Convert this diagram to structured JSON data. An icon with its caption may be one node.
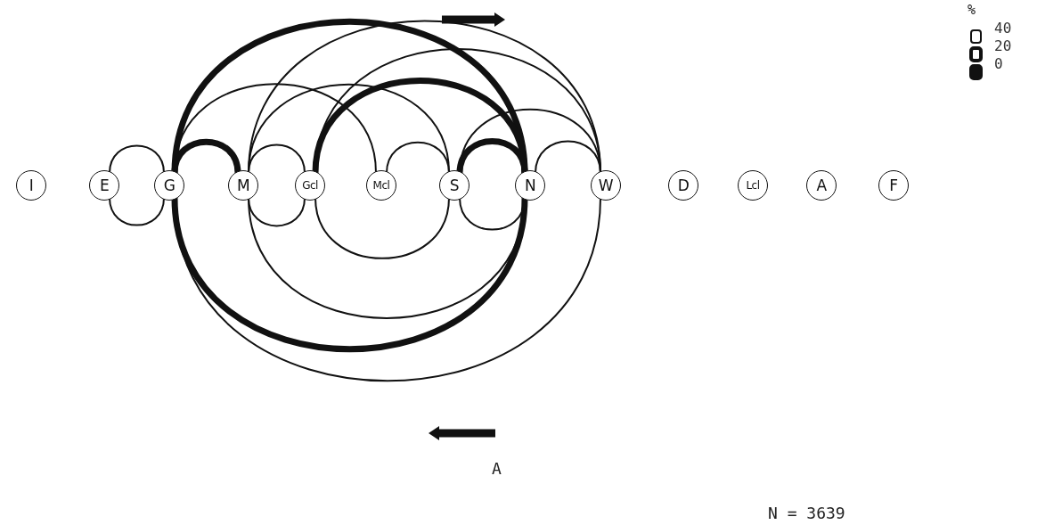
{
  "diagram": {
    "nodes": [
      {
        "text": [
          "I"
        ]
      },
      {
        "text": [
          "E"
        ]
      },
      {
        "text": [
          "G"
        ]
      },
      {
        "text": [
          "M"
        ]
      },
      {
        "text": [
          "Gcl"
        ]
      },
      {
        "text": [
          "Mcl"
        ]
      },
      {
        "text": [
          "S"
        ]
      },
      {
        "text": [
          "N"
        ]
      },
      {
        "text": [
          "W"
        ]
      },
      {
        "text": [
          "D"
        ]
      },
      {
        "text": [
          "Lcl"
        ]
      },
      {
        "text": [
          "A"
        ]
      },
      {
        "text": [
          "F"
        ]
      }
    ],
    "edges": [
      {
        "from": 1,
        "to": 2,
        "arrow": "none"
      },
      {
        "from": 2,
        "to": 3,
        "arrow": "none",
        "style": "thick"
      },
      {
        "from": 2,
        "to": 7,
        "arrow": "none",
        "style": "thick"
      },
      {
        "from": 2,
        "to": 5,
        "arrow": "none"
      },
      {
        "from": 3,
        "to": 4,
        "arrow": "none"
      },
      {
        "from": 3,
        "to": 6,
        "arrow": "none"
      },
      {
        "from": 3,
        "to": 8,
        "arrow": "none"
      },
      {
        "from": 4,
        "to": 7,
        "arrow": "none",
        "style": "thick"
      },
      {
        "from": 4,
        "to": 8,
        "arrow": "none"
      },
      {
        "from": 5,
        "to": 6,
        "arrow": "none"
      },
      {
        "from": 6,
        "to": 7,
        "arrow": "none",
        "style": "thick"
      },
      {
        "from": 6,
        "to": 8,
        "arrow": "none"
      },
      {
        "from": 7,
        "to": 8,
        "arrow": "none"
      },
      {
        "from": 2,
        "to": 1,
        "arrow": "none"
      },
      {
        "from": 4,
        "to": 3,
        "arrow": "none"
      },
      {
        "from": 7,
        "to": 2,
        "arrow": "none",
        "style": "thick"
      },
      {
        "from": 8,
        "to": 2,
        "arrow": "none"
      },
      {
        "from": 7,
        "to": 3,
        "arrow": "none"
      },
      {
        "from": 6,
        "to": 4,
        "arrow": "none"
      },
      {
        "from": 7,
        "to": 6,
        "arrow": "none"
      }
    ],
    "labels": [
      "A",
      "N = 3639",
      "%"
    ],
    "legend": [
      {
        "text": "40"
      },
      {
        "text": "20"
      },
      {
        "text": "0"
      }
    ]
  }
}
